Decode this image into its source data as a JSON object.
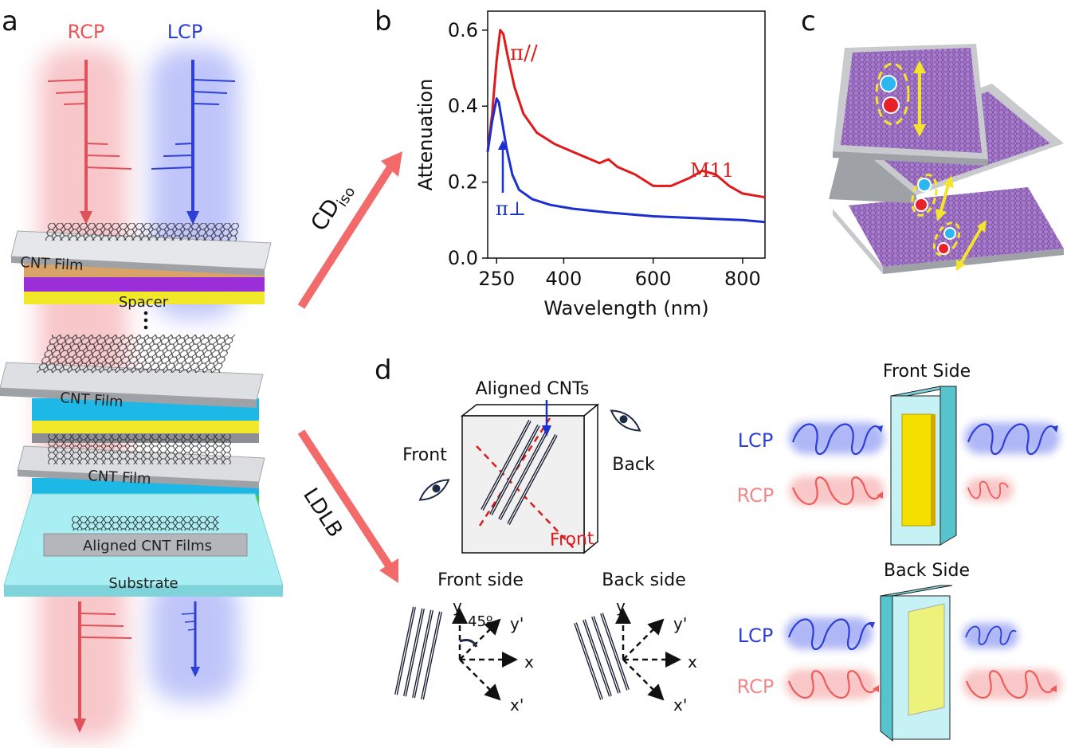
{
  "panel_labels": {
    "a": "a",
    "b": "b",
    "c": "c",
    "d": "d"
  },
  "panel_a": {
    "rcp": "RCP",
    "lcp": "LCP",
    "cnt_film_1": "CNT Film",
    "spacer": "Spacer",
    "cnt_film_2": "CNT Film",
    "cnt_film_3": "CNT Film",
    "aligned_cnt_films": "Aligned CNT Films",
    "substrate": "Substrate"
  },
  "arrows": {
    "cd_main": "CD",
    "cd_sub": "iso",
    "ldlb": "LDLB"
  },
  "colors": {
    "rcp": "#e8565a",
    "lcp": "#2d3fd6",
    "red_curve": "#e01a1a",
    "blue_curve": "#1c2fd0",
    "arrow": "#f26a6a",
    "yellow": "#f4e42c",
    "cyan": "#9fe6ec"
  },
  "chart_data": {
    "type": "line",
    "xlabel": "Wavelength (nm)",
    "ylabel": "Attenuation",
    "xlim": [
      230,
      850
    ],
    "ylim": [
      0,
      0.65
    ],
    "xticks": [
      250,
      400,
      600,
      800
    ],
    "yticks": [
      0.0,
      0.2,
      0.4,
      0.6
    ],
    "series": [
      {
        "color": "#e01a1a",
        "x": [
          230,
          240,
          250,
          258,
          265,
          275,
          290,
          310,
          340,
          380,
          420,
          460,
          480,
          500,
          520,
          560,
          600,
          640,
          680,
          710,
          740,
          770,
          800,
          850
        ],
        "y": [
          0.28,
          0.38,
          0.52,
          0.6,
          0.59,
          0.53,
          0.45,
          0.38,
          0.33,
          0.3,
          0.28,
          0.26,
          0.25,
          0.26,
          0.24,
          0.22,
          0.19,
          0.19,
          0.21,
          0.23,
          0.22,
          0.19,
          0.17,
          0.16
        ]
      },
      {
        "color": "#1c2fd0",
        "x": [
          230,
          240,
          250,
          255,
          262,
          272,
          285,
          300,
          330,
          370,
          420,
          500,
          600,
          700,
          800,
          850
        ],
        "y": [
          0.28,
          0.36,
          0.42,
          0.41,
          0.36,
          0.29,
          0.22,
          0.18,
          0.155,
          0.14,
          0.13,
          0.12,
          0.11,
          0.105,
          0.1,
          0.095
        ]
      }
    ],
    "annotations": {
      "pi_par": "π//",
      "pi_perp": "π⊥",
      "m11": "M11"
    }
  },
  "panel_d": {
    "aligned_cnts": "Aligned CNTs",
    "front": "Front",
    "back": "Back",
    "front_red": "Front",
    "front_side": "Front side",
    "back_side": "Back side",
    "angle": "45º",
    "axis_y": "y",
    "axis_yp": "y'",
    "axis_x": "x",
    "axis_xp": "x'",
    "front_side_cap": "Front Side",
    "back_side_cap": "Back Side",
    "lcp": "LCP",
    "rcp": "RCP"
  }
}
